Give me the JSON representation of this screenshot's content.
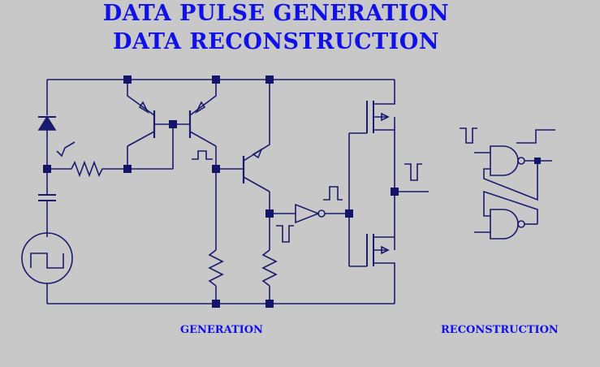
{
  "title": {
    "line1": "DATA PULSE GENERATION",
    "line2": "DATA RECONSTRUCTION"
  },
  "captions": {
    "generation": "GENERATION",
    "reconstruction": "RECONSTRUCTION"
  },
  "colors": {
    "background": "#c8c8c8",
    "title": "#1010e8",
    "wire": "#1a1a6e",
    "node": "#14146a"
  },
  "components": [
    "diode-icon",
    "capacitor-icon",
    "resistor-icon",
    "npn-transistor-icon",
    "inverter-icon",
    "mosfet-icon",
    "nand-gate-icon",
    "square-wave-source-icon"
  ]
}
